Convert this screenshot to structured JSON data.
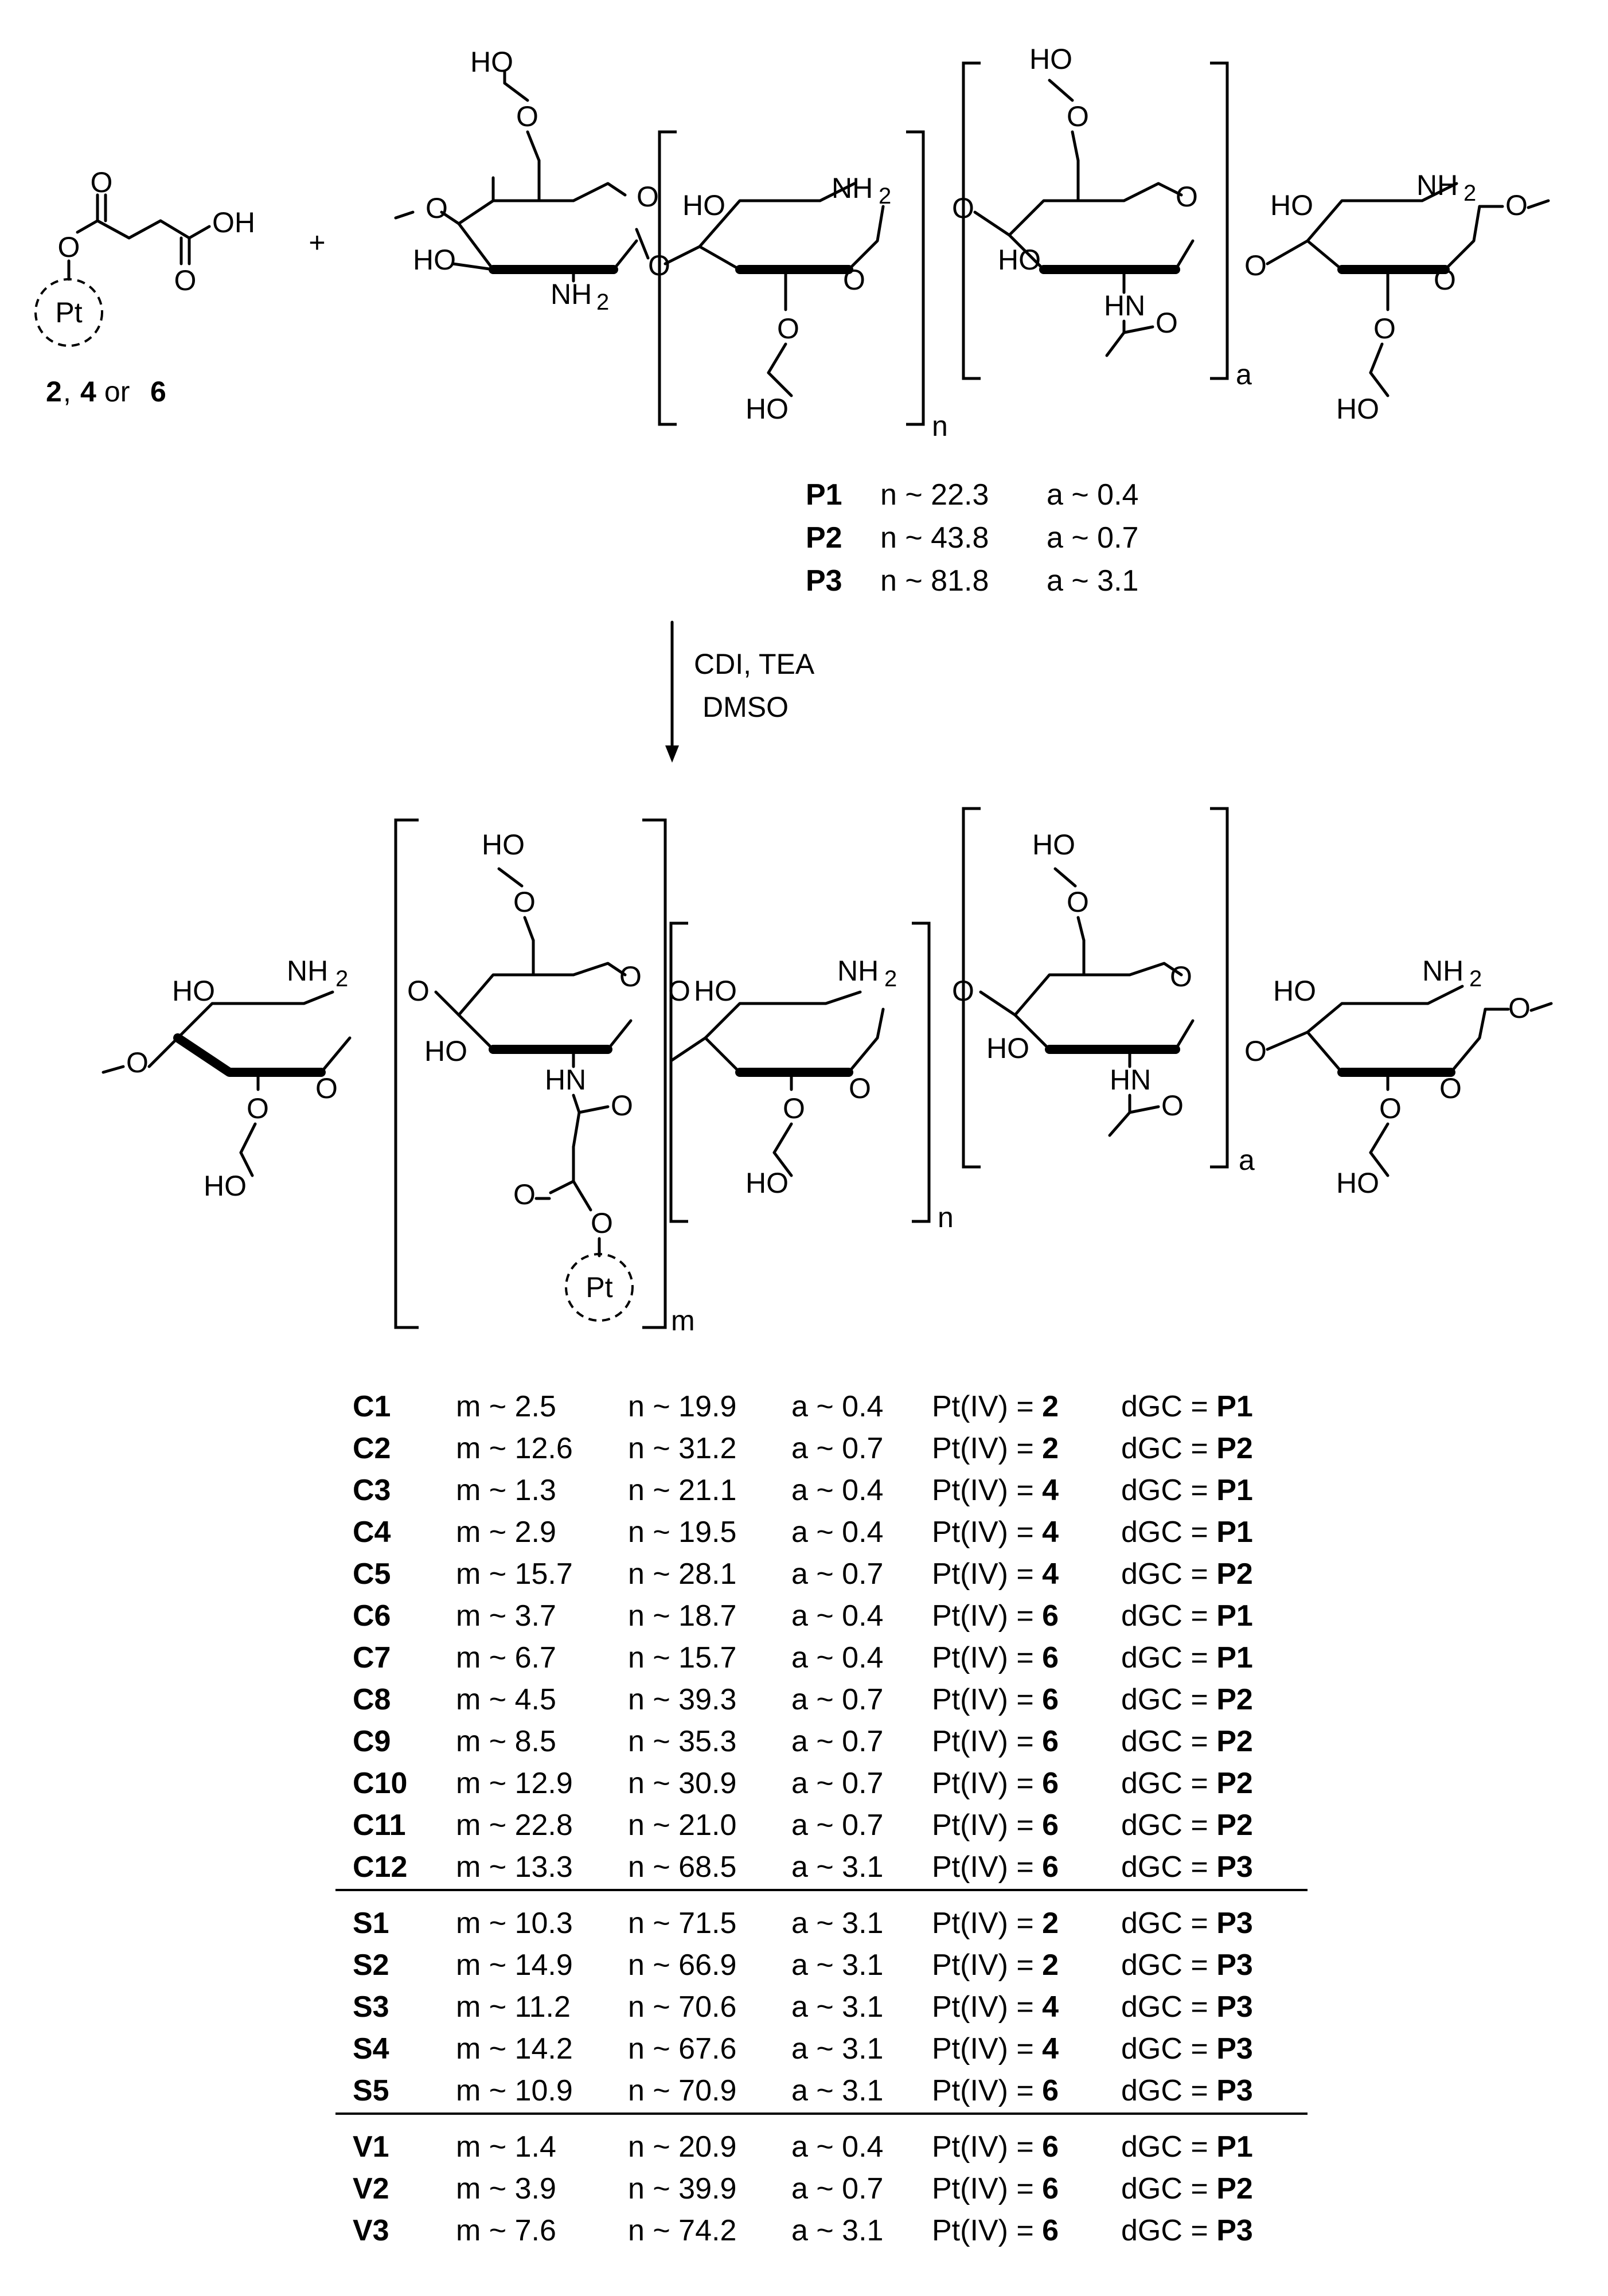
{
  "reagent": {
    "metal": "Pt",
    "label_parts": [
      "2",
      ", ",
      "4",
      " or ",
      "6"
    ],
    "plus": "+"
  },
  "atoms": {
    "HO": "HO",
    "O": "O",
    "NH2": "NH",
    "NH2_sub": "2",
    "HN": "HN",
    "OH": "OH",
    "Pt": "Pt"
  },
  "repeat": {
    "n": "n",
    "a": "a",
    "m": "m"
  },
  "polymers": [
    {
      "name": "P1",
      "n": "n ~ 22.3",
      "a": "a ~ 0.4"
    },
    {
      "name": "P2",
      "n": "n ~ 43.8",
      "a": "a ~ 0.7"
    },
    {
      "name": "P3",
      "n": "n ~ 81.8",
      "a": "a ~ 3.1"
    }
  ],
  "conditions": {
    "line1": "CDI, TEA",
    "line2": "DMSO"
  },
  "table": {
    "groups": [
      [
        {
          "id": "C1",
          "m": "m ~ 2.5",
          "n": "n ~ 19.9",
          "a": "a ~ 0.4",
          "pt_label": "Pt(IV) = ",
          "pt": "2",
          "dgc_label": "dGC = ",
          "dgc": "P1"
        },
        {
          "id": "C2",
          "m": "m ~ 12.6",
          "n": "n ~ 31.2",
          "a": "a ~ 0.7",
          "pt_label": "Pt(IV) = ",
          "pt": "2",
          "dgc_label": "dGC = ",
          "dgc": "P2"
        },
        {
          "id": "C3",
          "m": "m ~ 1.3",
          "n": "n ~ 21.1",
          "a": "a ~ 0.4",
          "pt_label": "Pt(IV) = ",
          "pt": "4",
          "dgc_label": "dGC = ",
          "dgc": "P1"
        },
        {
          "id": "C4",
          "m": "m ~ 2.9",
          "n": "n ~ 19.5",
          "a": "a ~ 0.4",
          "pt_label": "Pt(IV) = ",
          "pt": "4",
          "dgc_label": "dGC = ",
          "dgc": "P1"
        },
        {
          "id": "C5",
          "m": "m ~ 15.7",
          "n": "n ~ 28.1",
          "a": "a ~ 0.7",
          "pt_label": "Pt(IV) = ",
          "pt": "4",
          "dgc_label": "dGC = ",
          "dgc": "P2"
        },
        {
          "id": "C6",
          "m": "m ~ 3.7",
          "n": "n ~ 18.7",
          "a": "a ~ 0.4",
          "pt_label": "Pt(IV) = ",
          "pt": "6",
          "dgc_label": "dGC = ",
          "dgc": "P1"
        },
        {
          "id": "C7",
          "m": "m ~ 6.7",
          "n": "n ~ 15.7",
          "a": "a ~ 0.4",
          "pt_label": "Pt(IV) = ",
          "pt": "6",
          "dgc_label": "dGC = ",
          "dgc": "P1"
        },
        {
          "id": "C8",
          "m": "m ~ 4.5",
          "n": "n ~ 39.3",
          "a": "a ~ 0.7",
          "pt_label": "Pt(IV) = ",
          "pt": "6",
          "dgc_label": "dGC = ",
          "dgc": "P2"
        },
        {
          "id": "C9",
          "m": "m ~ 8.5",
          "n": "n ~ 35.3",
          "a": "a ~ 0.7",
          "pt_label": "Pt(IV) = ",
          "pt": "6",
          "dgc_label": "dGC = ",
          "dgc": "P2"
        },
        {
          "id": "C10",
          "m": "m ~ 12.9",
          "n": "n ~ 30.9",
          "a": "a ~ 0.7",
          "pt_label": "Pt(IV) = ",
          "pt": "6",
          "dgc_label": "dGC = ",
          "dgc": "P2"
        },
        {
          "id": "C11",
          "m": "m ~ 22.8",
          "n": "n ~ 21.0",
          "a": "a ~ 0.7",
          "pt_label": "Pt(IV) = ",
          "pt": "6",
          "dgc_label": "dGC = ",
          "dgc": "P2"
        },
        {
          "id": "C12",
          "m": "m ~ 13.3",
          "n": "n ~ 68.5",
          "a": "a ~ 3.1",
          "pt_label": "Pt(IV) = ",
          "pt": "6",
          "dgc_label": "dGC = ",
          "dgc": "P3"
        }
      ],
      [
        {
          "id": "S1",
          "m": "m ~ 10.3",
          "n": "n ~ 71.5",
          "a": "a ~ 3.1",
          "pt_label": "Pt(IV) = ",
          "pt": "2",
          "dgc_label": "dGC = ",
          "dgc": "P3"
        },
        {
          "id": "S2",
          "m": "m ~ 14.9",
          "n": "n ~ 66.9",
          "a": "a ~ 3.1",
          "pt_label": "Pt(IV) = ",
          "pt": "2",
          "dgc_label": "dGC = ",
          "dgc": "P3"
        },
        {
          "id": "S3",
          "m": "m ~ 11.2",
          "n": "n ~ 70.6",
          "a": "a ~ 3.1",
          "pt_label": "Pt(IV) = ",
          "pt": "4",
          "dgc_label": "dGC = ",
          "dgc": "P3"
        },
        {
          "id": "S4",
          "m": "m ~ 14.2",
          "n": "n ~ 67.6",
          "a": "a ~ 3.1",
          "pt_label": "Pt(IV) = ",
          "pt": "4",
          "dgc_label": "dGC = ",
          "dgc": "P3"
        },
        {
          "id": "S5",
          "m": "m ~ 10.9",
          "n": "n ~ 70.9",
          "a": "a ~ 3.1",
          "pt_label": "Pt(IV) = ",
          "pt": "6",
          "dgc_label": "dGC = ",
          "dgc": "P3"
        }
      ],
      [
        {
          "id": "V1",
          "m": "m ~ 1.4",
          "n": "n ~ 20.9",
          "a": "a ~ 0.4",
          "pt_label": "Pt(IV) = ",
          "pt": "6",
          "dgc_label": "dGC = ",
          "dgc": "P1"
        },
        {
          "id": "V2",
          "m": "m ~ 3.9",
          "n": "n ~ 39.9",
          "a": "a ~ 0.7",
          "pt_label": "Pt(IV) = ",
          "pt": "6",
          "dgc_label": "dGC = ",
          "dgc": "P2"
        },
        {
          "id": "V3",
          "m": "m ~ 7.6",
          "n": "n ~ 74.2",
          "a": "a ~ 3.1",
          "pt_label": "Pt(IV) = ",
          "pt": "6",
          "dgc_label": "dGC = ",
          "dgc": "P3"
        }
      ]
    ]
  }
}
